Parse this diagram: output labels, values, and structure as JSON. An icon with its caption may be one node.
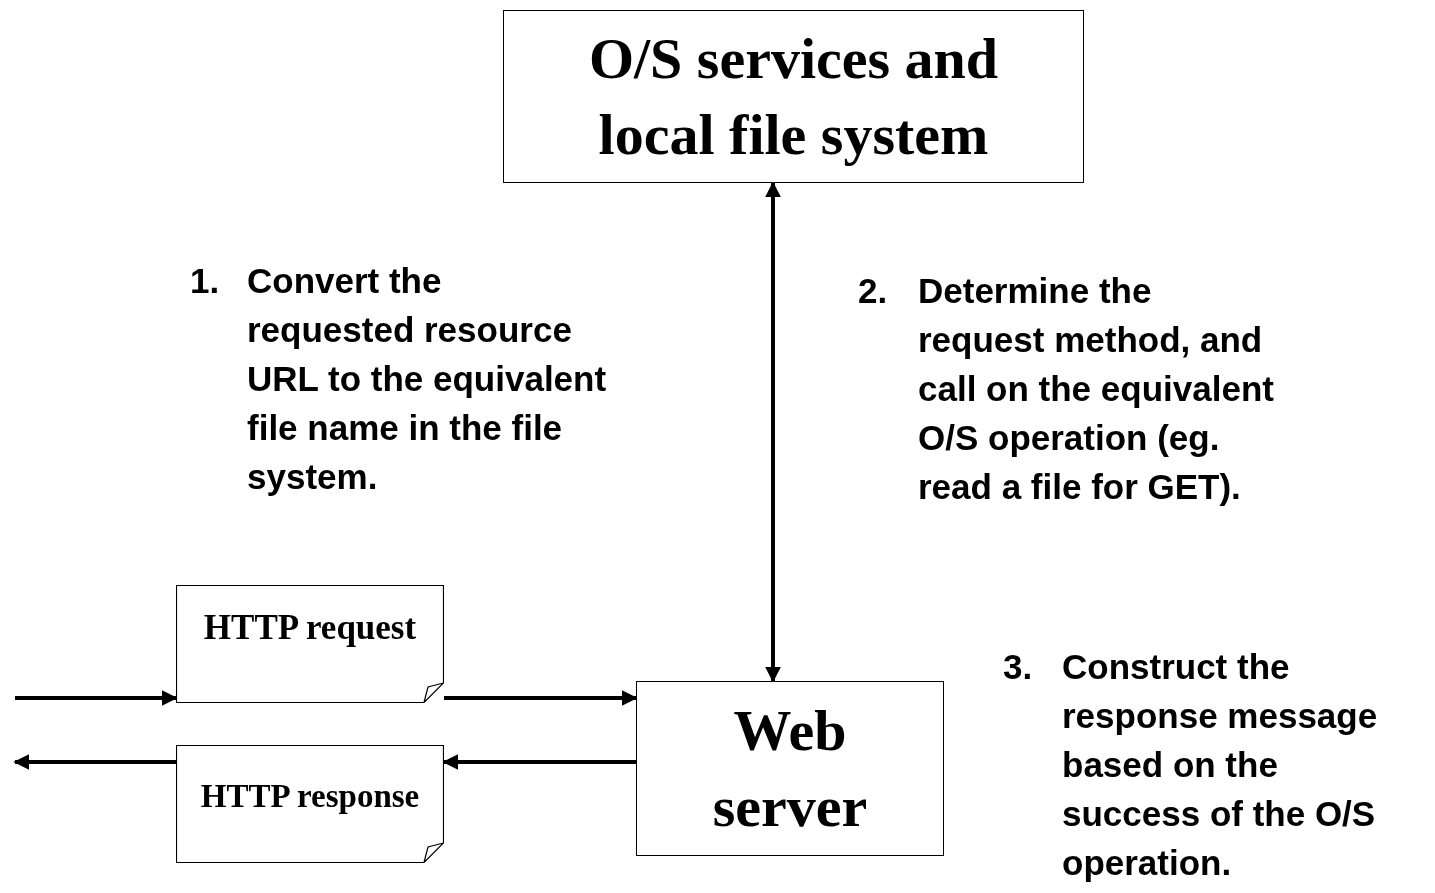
{
  "diagram": {
    "nodes": [
      {
        "text": [
          "O/S services and local file system"
        ]
      },
      {
        "text": [
          "Web server"
        ]
      },
      {
        "text": [
          "HTTP request"
        ]
      },
      {
        "text": [
          "HTTP response"
        ]
      }
    ],
    "edges": [
      {
        "from": 1,
        "to": 0,
        "arrow": "both"
      },
      {
        "from": null,
        "to": 2,
        "arrow": "to"
      },
      {
        "from": 2,
        "to": 1,
        "arrow": "to"
      },
      {
        "from": 1,
        "to": 3,
        "arrow": "to"
      },
      {
        "from": 3,
        "to": null,
        "arrow": "to"
      }
    ],
    "labels": [
      "1.",
      "Convert the requested resource URL to the equivalent file name in the file system.",
      "2.",
      "Determine the request method, and call on the equivalent O/S operation (eg. read a file for GET).",
      "3.",
      "Construct the response message based on the success of the O/S operation."
    ]
  }
}
